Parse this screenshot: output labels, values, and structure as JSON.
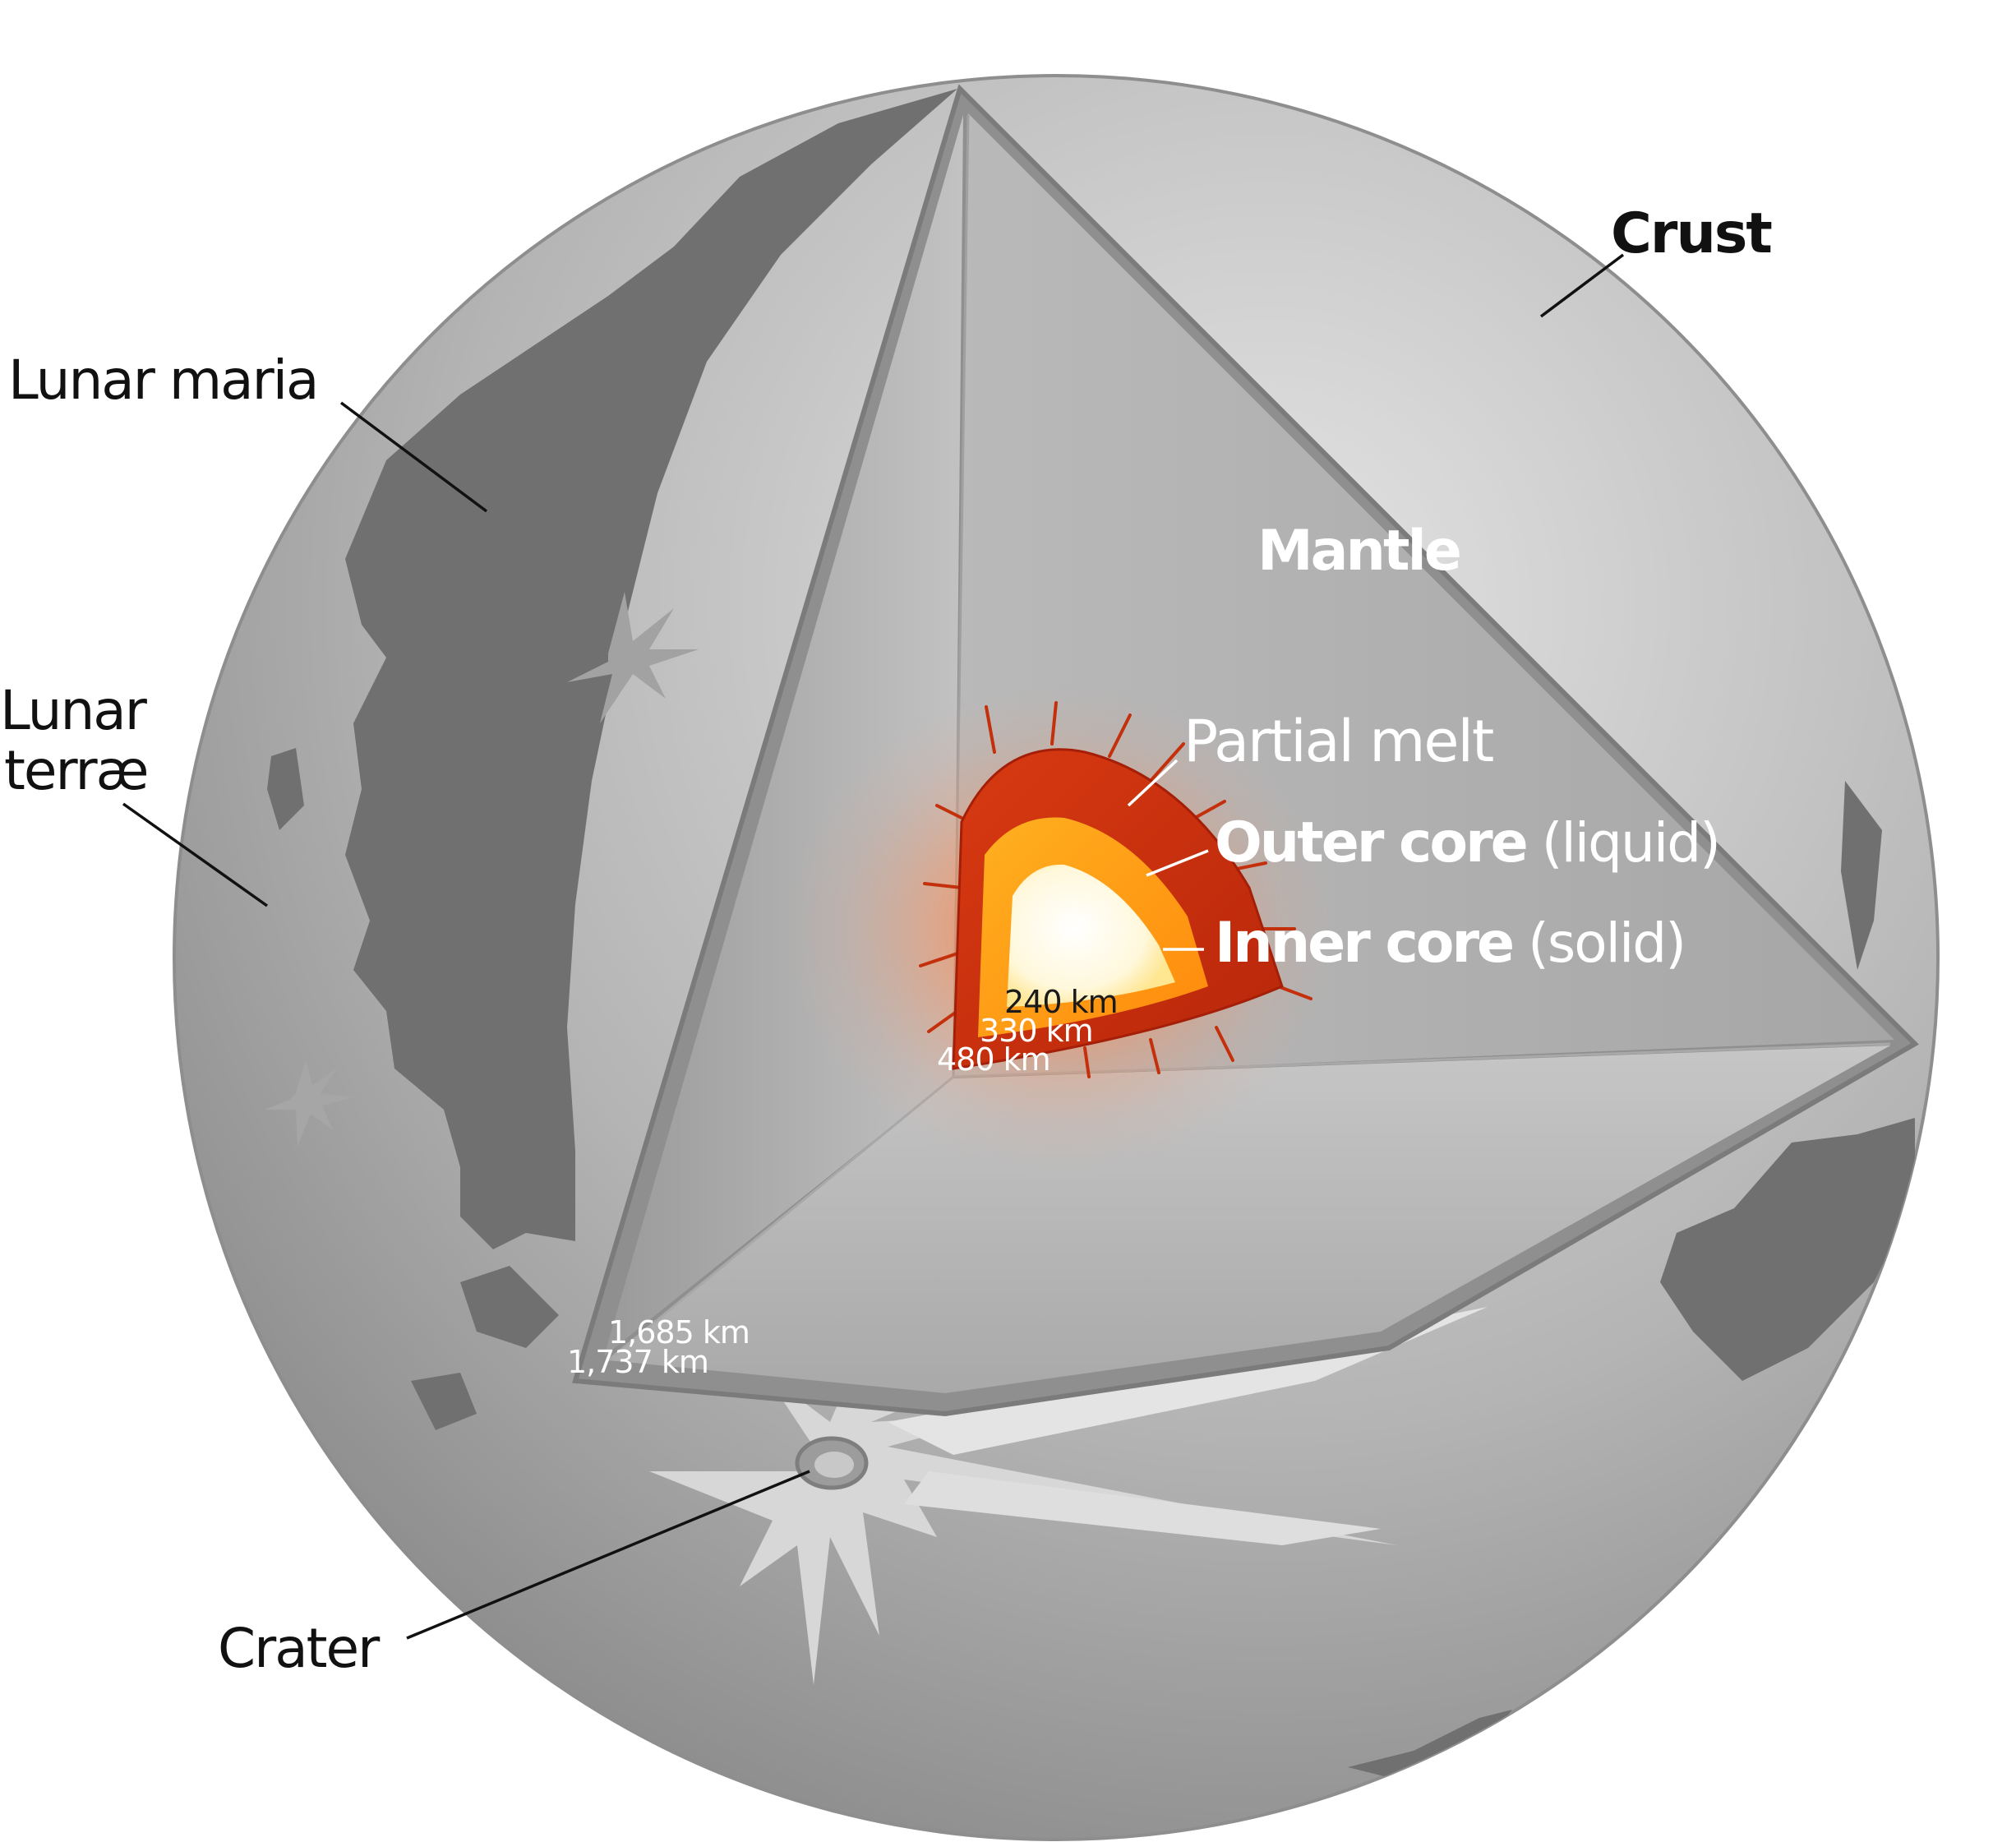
{
  "labels": {
    "crust": "Crust",
    "lunar_maria": "Lunar maria",
    "lunar_terrae_line1": "Lunar",
    "lunar_terrae_line2": "terræ",
    "mantle": "Mantle",
    "partial_melt": "Partial melt",
    "outer_core_name": "Outer core",
    "outer_core_state": " (liquid)",
    "inner_core_name": "Inner core",
    "inner_core_state": " (solid)",
    "crater": "Crater"
  },
  "distances": {
    "inner_core_radius": "240 km",
    "outer_core_radius": "330 km",
    "partial_melt_radius": "480 km",
    "mantle_radius": "1,685 km",
    "moon_radius": "1,737 km"
  },
  "colors": {
    "surface_gray": "#a9a9a9",
    "maria_gray": "#6f6f6f",
    "mantle_gray": "#b8b8b8",
    "crust_gray": "#8c8c8c",
    "partial_melt_red": "#c8300d",
    "outer_core_orange": "#ff9a12",
    "inner_core_cream": "#fffde8",
    "label_dark": "#111111",
    "label_light": "#ffffff"
  }
}
